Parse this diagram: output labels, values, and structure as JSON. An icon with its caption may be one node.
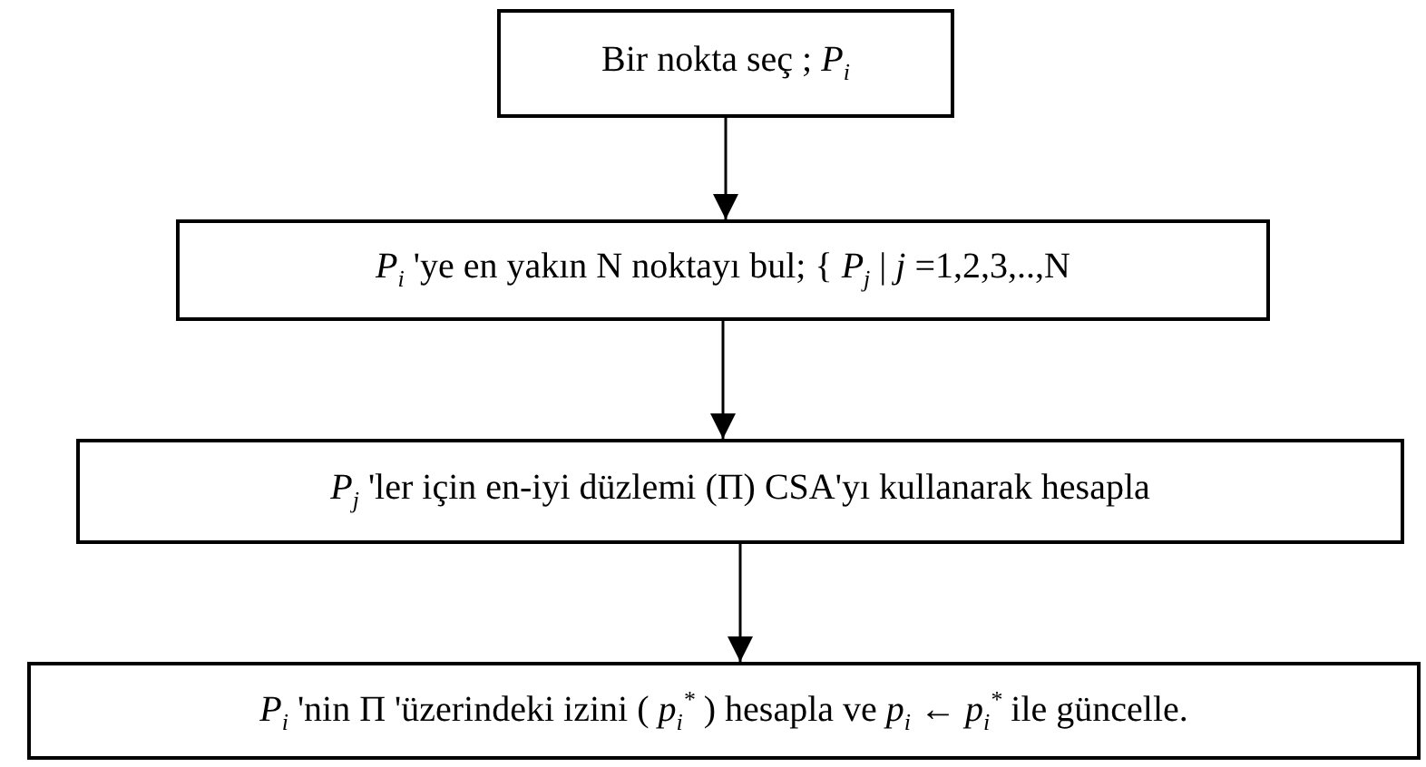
{
  "diagram": {
    "nodes": [
      {
        "text": [
          "Bir nokta seç ; *P*$_{i}$"
        ]
      },
      {
        "text": [
          "*P*$_{i}$ 'ye en yakın N noktayı bul; { *P*$_{j}$ | *j* =1,2,3,..,N"
        ]
      },
      {
        "text": [
          "*P*$_{j}$ 'ler için en-iyi düzlemi (Π) CSA'yı kullanarak hesapla"
        ]
      },
      {
        "text": [
          "*P*$_{i}$ 'nin Π 'üzerindeki izini ( *p*$_{i}$$^{*}$ ) hesapla ve *p*$_{i}$ ← *p*$_{i}$$^{*}$ ile güncelle."
        ]
      }
    ],
    "edges": [
      {
        "from": 0,
        "to": 1,
        "arrow": "to"
      },
      {
        "from": 1,
        "to": 2,
        "arrow": "to"
      },
      {
        "from": 2,
        "to": 3,
        "arrow": "to"
      }
    ]
  }
}
